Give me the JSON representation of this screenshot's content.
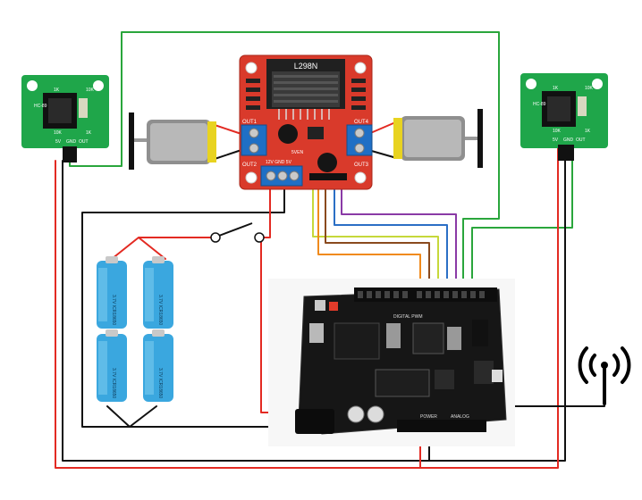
{
  "driver": {
    "chip": "L298N",
    "out1": "OUT1",
    "out2": "OUT2",
    "out3": "OUT3",
    "out4": "OUT4",
    "power_pins": "12V GND 5V",
    "en_label": "5VEN"
  },
  "sensor_left": {
    "model": "HC-89",
    "pins": [
      "5V",
      "GND",
      "OUT"
    ],
    "side_labels": [
      "1K",
      "10K",
      "10K",
      "1K"
    ]
  },
  "sensor_right": {
    "model": "HC-89",
    "pins": [
      "5V",
      "GND",
      "OUT"
    ],
    "side_labels": [
      "1K",
      "10K",
      "10K",
      "1K"
    ]
  },
  "batteries": {
    "cell_label": "3.7V ICR18650"
  },
  "arduino": {
    "brand": "DIGITAL PWM",
    "analog": "ANALOG",
    "power": "POWER"
  },
  "colors": {
    "board_red": "#d93a2b",
    "terminal_blue": "#1f6fc5",
    "sensor_green": "#1fa64a",
    "wire_red": "#e32a22",
    "wire_black": "#111111",
    "wire_green": "#2aa63c",
    "battery_blue": "#3aa7df"
  },
  "icons": [
    "radio-antenna-icon",
    "switch-icon"
  ]
}
